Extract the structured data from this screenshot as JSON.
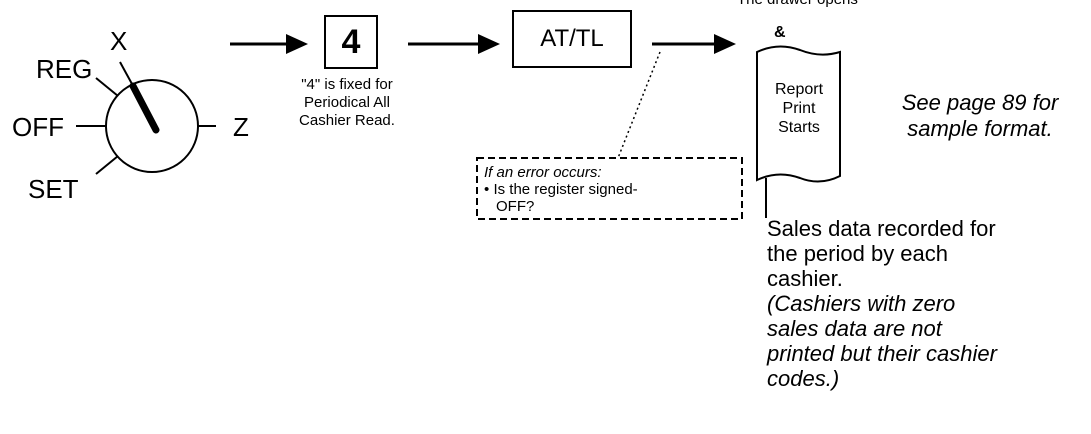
{
  "mode_switch": {
    "positions": [
      "X",
      "REG",
      "OFF",
      "SET",
      "Z"
    ]
  },
  "key_four": {
    "label": "4",
    "note": [
      "\"4\" is fixed for",
      "Periodical All",
      "Cashier Read."
    ]
  },
  "total_key": {
    "label": "AT/TL"
  },
  "error_box": {
    "heading": "If an error occurs:",
    "bullet_line1": "Is the register signed-",
    "bullet_line2": "OFF?"
  },
  "result": {
    "drawer_text": "The drawer opens",
    "ampersand": "&",
    "report_lines": [
      "Report",
      "Print",
      "Starts"
    ]
  },
  "see_page": {
    "lines": [
      "See page 89 for",
      "sample format."
    ]
  },
  "sales_note": {
    "lines": [
      "Sales data recorded for",
      "the period by each",
      "cashier."
    ],
    "italic_lines": [
      "(Cashiers with zero",
      "sales data are not",
      "printed but their cashier",
      "codes.)"
    ]
  }
}
